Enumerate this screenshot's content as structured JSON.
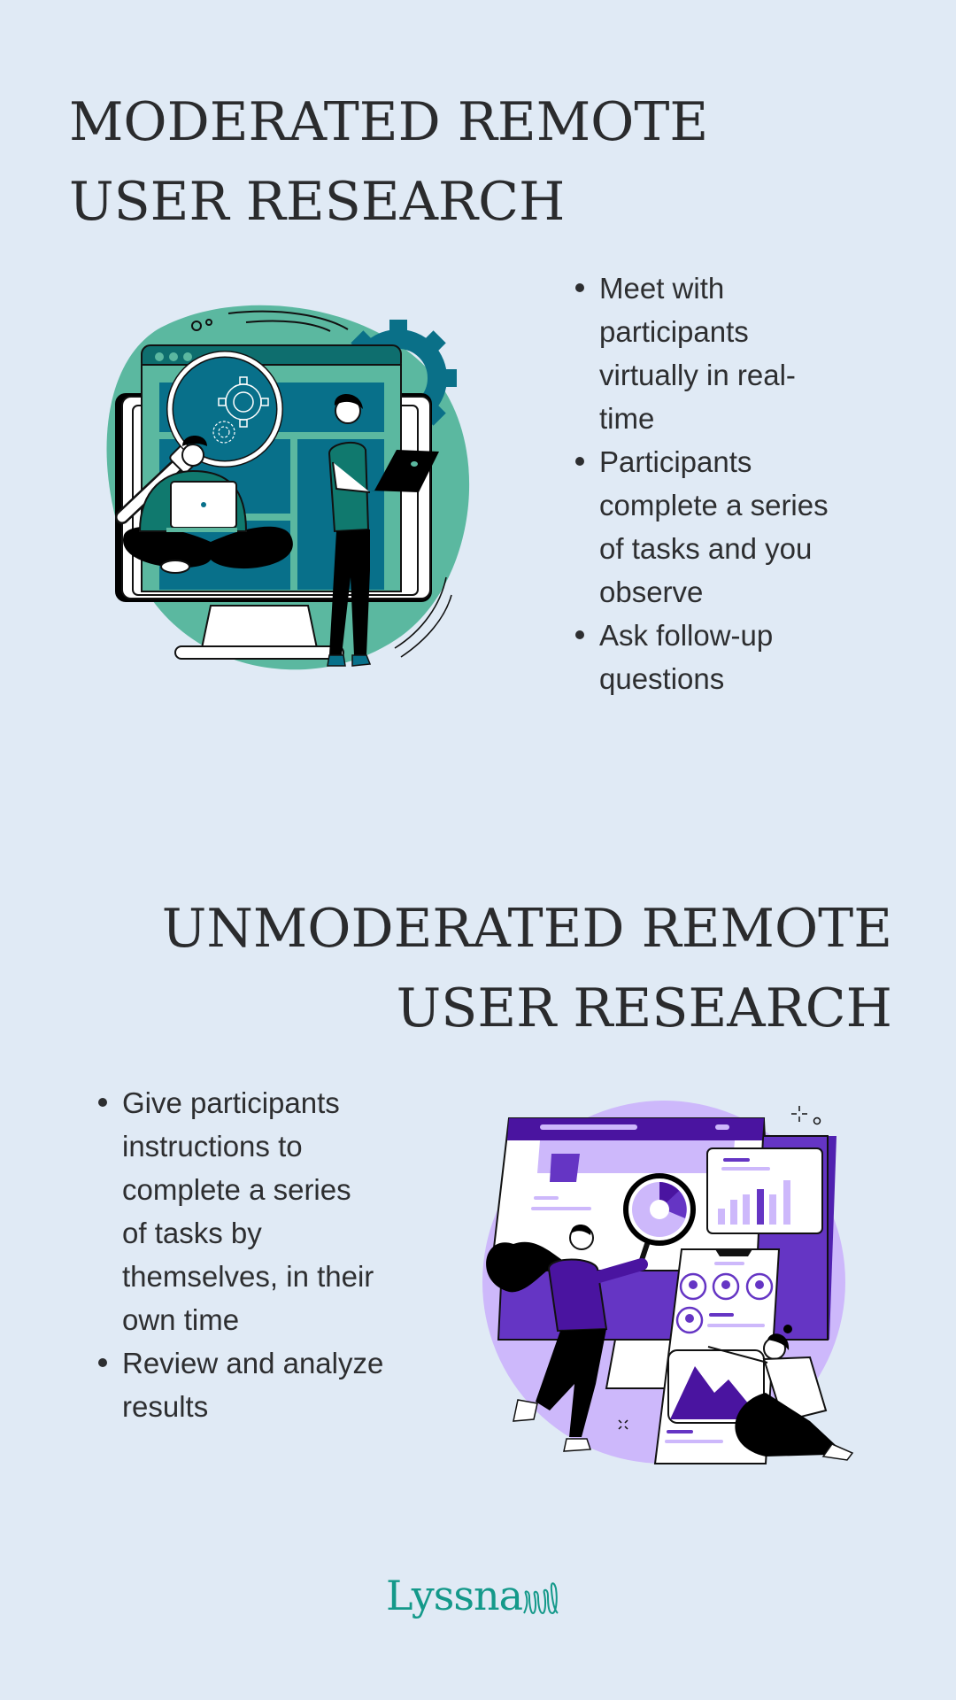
{
  "sections": [
    {
      "title_lines": [
        "MODERATED REMOTE",
        "USER RESEARCH"
      ],
      "bullets": [
        [
          "Meet with",
          "participants",
          "virtually in real-",
          "time"
        ],
        [
          "Participants",
          "complete a series",
          "of tasks and you",
          "observe"
        ],
        [
          "Ask follow-up",
          "questions"
        ]
      ],
      "illustration": "moderated-research-illustration",
      "palette": {
        "circle": "#5BB8A0",
        "dark_teal": "#0E6E6E",
        "panel": "#08708A",
        "gear": "#0A7088"
      }
    },
    {
      "title_lines": [
        "UNMODERATED REMOTE",
        "USER RESEARCH"
      ],
      "bullets": [
        [
          "Give participants",
          "instructions to",
          "complete a series",
          "of tasks by",
          "themselves, in their",
          "own time"
        ],
        [
          "Review and analyze",
          "results"
        ]
      ],
      "illustration": "unmoderated-research-illustration",
      "palette": {
        "circle": "#CDB8FB",
        "deep_purple": "#4A14A0",
        "mid_purple": "#6535C4",
        "lavender": "#CDB8FB"
      }
    }
  ],
  "logo": {
    "text": "Lyssna",
    "icon": "squiggle-loops-icon",
    "color": "#14998A"
  },
  "colors": {
    "background": "#E0EAF5",
    "text": "#2D2E30"
  }
}
